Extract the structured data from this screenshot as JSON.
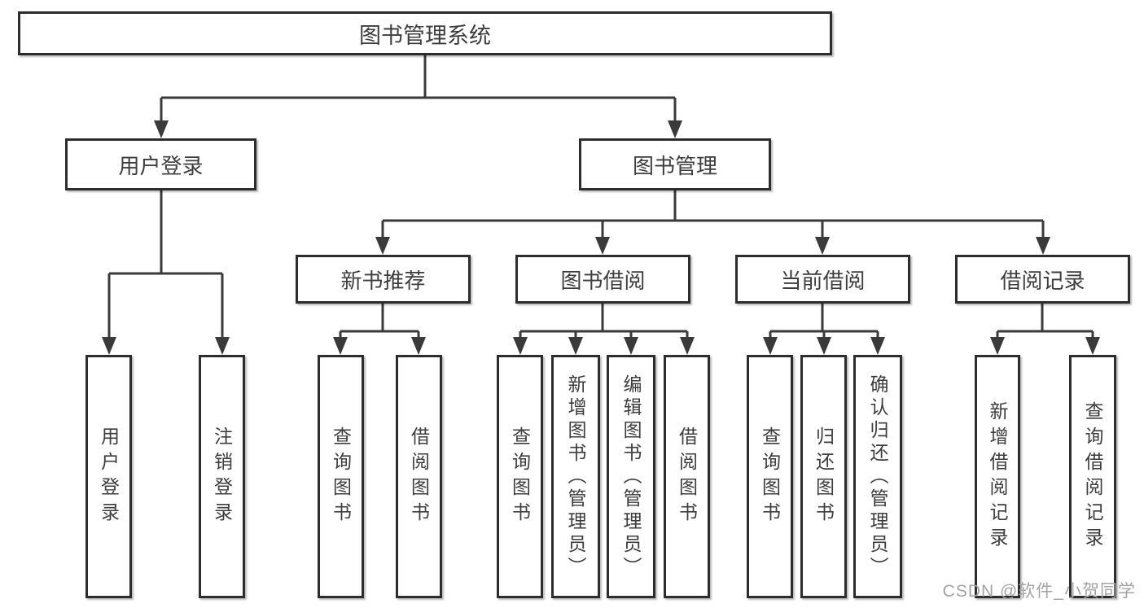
{
  "diagram": {
    "root": {
      "label": "图书管理系统"
    },
    "branches": [
      {
        "label": "用户登录",
        "children": [
          {
            "label": "用户登录"
          },
          {
            "label": "注销登录"
          }
        ]
      },
      {
        "label": "图书管理",
        "children": [
          {
            "label": "新书推荐",
            "children": [
              {
                "label": "查询图书"
              },
              {
                "label": "借阅图书"
              }
            ]
          },
          {
            "label": "图书借阅",
            "children": [
              {
                "label": "查询图书"
              },
              {
                "label": "新增图书（管理员）"
              },
              {
                "label": "编辑图书（管理员）"
              },
              {
                "label": "借阅图书"
              }
            ]
          },
          {
            "label": "当前借阅",
            "children": [
              {
                "label": "查询图书"
              },
              {
                "label": "归还图书"
              },
              {
                "label": "确认归还（管理员）"
              }
            ]
          },
          {
            "label": "借阅记录",
            "children": [
              {
                "label": "新增借阅记录"
              },
              {
                "label": "查询借阅记录"
              }
            ]
          }
        ]
      }
    ]
  },
  "watermark": {
    "text": "CSDN @软件_小贺同学"
  },
  "colors": {
    "background": "#ffffff",
    "box_fill": "#ffffff",
    "box_border": "#2d2d2d",
    "connector_line": "#3a3a3a",
    "text": "#3d3d3d",
    "watermark_text": "#a3a3a3"
  }
}
